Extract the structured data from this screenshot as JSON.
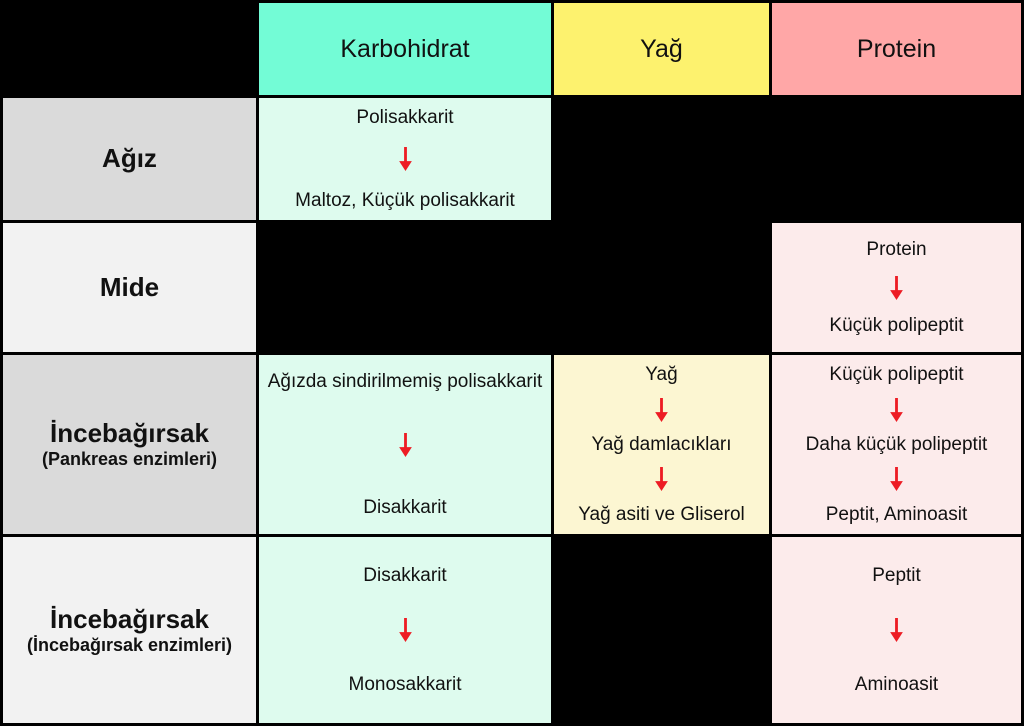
{
  "colors": {
    "background": "#000000",
    "header_karbohidrat": "#73fcd6",
    "header_yag": "#fdf26e",
    "header_protein": "#ffa7a7",
    "cell_karbohidrat": "#defbee",
    "cell_yag": "#fcf6d2",
    "cell_protein": "#fcebeb",
    "row_label_dark": "#dadada",
    "row_label_light": "#f2f2f2",
    "arrow_red": "#ed1c24"
  },
  "header": {
    "columns": [
      {
        "label": "Karbohidrat"
      },
      {
        "label": "Yağ"
      },
      {
        "label": "Protein"
      }
    ]
  },
  "rows": [
    {
      "label": "Ağız",
      "sublabel": "",
      "cells": [
        {
          "steps": [
            "Polisakkarit",
            "Maltoz, Küçük polisakkarit"
          ]
        },
        {
          "steps": []
        },
        {
          "steps": []
        }
      ]
    },
    {
      "label": "Mide",
      "sublabel": "",
      "cells": [
        {
          "steps": []
        },
        {
          "steps": []
        },
        {
          "steps": [
            "Protein",
            "Küçük polipeptit"
          ]
        }
      ]
    },
    {
      "label": "İncebağırsak",
      "sublabel": "(Pankreas enzimleri)",
      "cells": [
        {
          "steps": [
            "Ağızda sindirilmemiş polisakkarit",
            "Disakkarit"
          ]
        },
        {
          "steps": [
            "Yağ",
            "Yağ damlacıkları",
            "Yağ asiti ve Gliserol"
          ]
        },
        {
          "steps": [
            "Küçük polipeptit",
            "Daha küçük polipeptit",
            "Peptit, Aminoasit"
          ]
        }
      ]
    },
    {
      "label": "İncebağırsak",
      "sublabel": "(İncebağırsak enzimleri)",
      "cells": [
        {
          "steps": [
            "Disakkarit",
            "Monosakkarit"
          ]
        },
        {
          "steps": []
        },
        {
          "steps": [
            "Peptit",
            "Aminoasit"
          ]
        }
      ]
    }
  ]
}
